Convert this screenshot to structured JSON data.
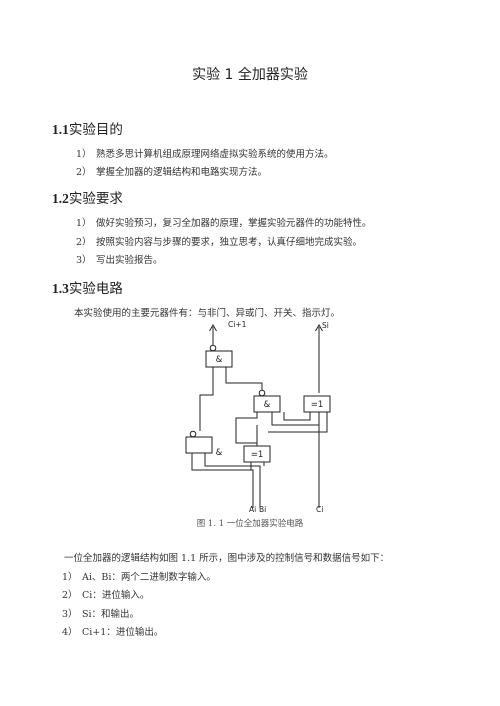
{
  "title": "实验 1 全加器实验",
  "sections": [
    {
      "number": "1.1",
      "title": "实验目的",
      "items": [
        {
          "num": "1）",
          "text": "熟悉多思计算机组成原理网络虚拟实验系统的使用方法。"
        },
        {
          "num": "2）",
          "text": "掌握全加器的逻辑结构和电路实现方法。"
        }
      ]
    },
    {
      "number": "1.2",
      "title": "实验要求",
      "items": [
        {
          "num": "1）",
          "text": "做好实验预习，复习全加器的原理，掌握实验元器件的功能特性。"
        },
        {
          "num": "2）",
          "text": "按照实验内容与步骤的要求，独立思考，认真仔细地完成实验。"
        },
        {
          "num": "3）",
          "text": "写出实验报告。"
        }
      ]
    },
    {
      "number": "1.3",
      "title": "实验电路",
      "intro": "本实验使用的主要元器件有：与非门、异或门、开关、指示灯。"
    }
  ],
  "circuit": {
    "labels": {
      "carry_out": "Ci+1",
      "sum": "Si",
      "input_a": "Ai",
      "input_b": "Bi",
      "carry_in": "Ci"
    },
    "gates": {
      "nand": "&",
      "xor": "=1"
    }
  },
  "figure_caption": "图 1. 1  一位全加器实验电路",
  "description": "一位全加器的逻辑结构如图 1.1 所示，图中涉及的控制信号和数据信号如下：",
  "signals": [
    {
      "num": "1）",
      "name": "Ai、Bi：",
      "desc": "两个二进制数字输入。"
    },
    {
      "num": "2）",
      "name": "Ci：",
      "desc": "进位输入。"
    },
    {
      "num": "3）",
      "name": "Si：",
      "desc": "和输出。"
    },
    {
      "num": "4）",
      "name": "Ci+1：",
      "desc": "进位输出。"
    }
  ]
}
